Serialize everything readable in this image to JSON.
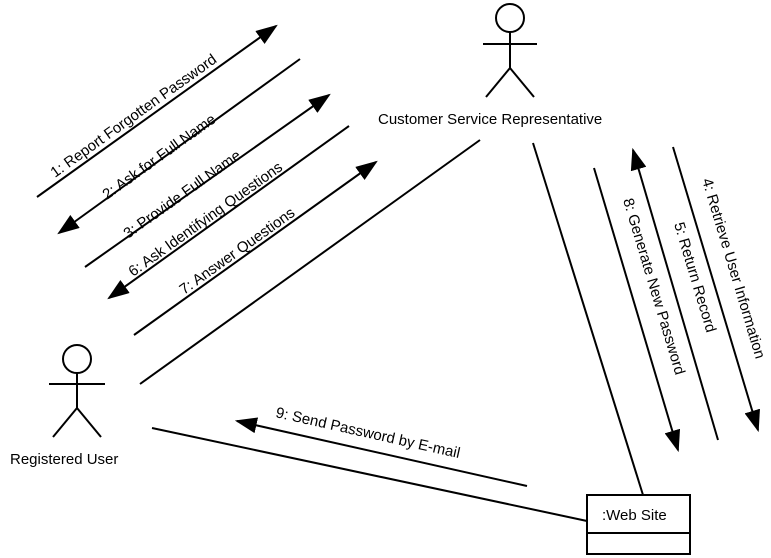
{
  "actors": {
    "customer_service": {
      "label": "Customer Service Representative"
    },
    "registered_user": {
      "label": "Registered User"
    }
  },
  "object": {
    "label": ":Web Site"
  },
  "messages": [
    {
      "label": "1: Report Forgotten Password"
    },
    {
      "label": "2: Ask for Full Name"
    },
    {
      "label": "3: Provide Full Name"
    },
    {
      "label": "6: Ask Identifying Questions"
    },
    {
      "label": "7: Answer Questions"
    },
    {
      "label": "4: Retrieve User Information"
    },
    {
      "label": "5: Return Record"
    },
    {
      "label": "8: Generate New Password"
    },
    {
      "label": "9: Send Password by E-mail"
    }
  ],
  "colors": {
    "stroke": "#000000",
    "background": "#ffffff"
  }
}
